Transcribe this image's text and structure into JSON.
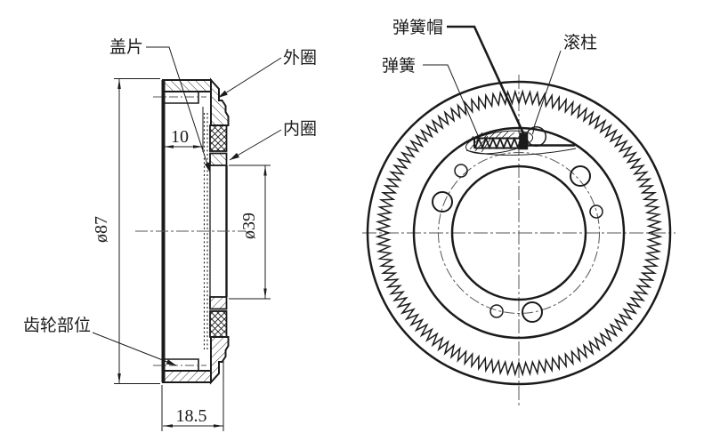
{
  "drawing": {
    "background": "#ffffff",
    "line_color": "#1b1b1b",
    "centerline_color": "#555555",
    "left_view": {
      "name": "sectional-view",
      "labels": {
        "cover_plate": "盖片",
        "outer_ring": "外圈",
        "inner_ring": "内圈",
        "gear_section": "齿轮部位"
      },
      "dimensions": {
        "outer_diameter": "ø87",
        "rim_width": "10",
        "bore_diameter": "ø39",
        "overall_width": "18.5"
      }
    },
    "right_view": {
      "name": "front-view",
      "labels": {
        "spring_cap": "弹簧帽",
        "spring": "弹簧",
        "roller": "滚柱"
      }
    }
  }
}
